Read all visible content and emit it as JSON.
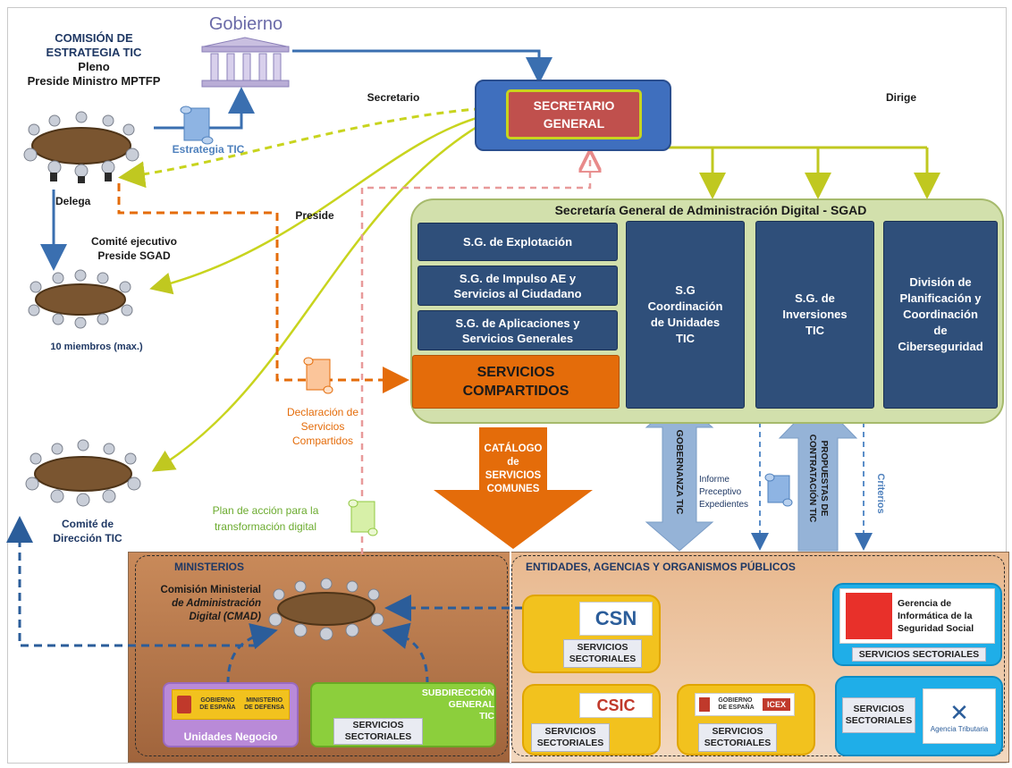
{
  "title_left": {
    "line1": "COMISIÓN DE",
    "line2": "ESTRATEGIA TIC",
    "line3": "Pleno",
    "line4": "Preside Ministro MPTFP"
  },
  "gobierno": "Gobierno",
  "secretario_general": {
    "line1": "SECRETARIO",
    "line2": "GENERAL"
  },
  "labels": {
    "secretario": "Secretario",
    "dirige": "Dirige",
    "estrategia_tic": "Estrategia TIC",
    "delega": "Delega",
    "preside": "Preside",
    "comite_ejecutivo_1": "Comité ejecutivo",
    "comite_ejecutivo_2": "Preside SGAD",
    "miembros": "10 miembros (max.)",
    "declaracion_1": "Declaración de",
    "declaracion_2": "Servicios",
    "declaracion_3": "Compartidos",
    "comite_direccion_1": "Comité de",
    "comite_direccion_2": "Dirección TIC",
    "plan_1": "Plan de acción para la",
    "plan_2": "transformación digital",
    "catalogo_1": "CATÁLOGO",
    "catalogo_2": "de",
    "catalogo_3": "SERVICIOS",
    "catalogo_4": "COMUNES",
    "gobernanza": "GOBERNANZA TIC",
    "informe_1": "Informe",
    "informe_2": "Preceptivo",
    "informe_3": "Expedientes",
    "propuestas_1": "PROPUESTAS DE",
    "propuestas_2": "CONTRATACIÓN TIC",
    "criterios": "Criterios"
  },
  "sgad": {
    "title": "Secretaría General de Administración Digital - SGAD",
    "boxes": {
      "explotacion": "S.G. de Explotación",
      "impulso_1": "S.G. de Impulso AE y",
      "impulso_2": "Servicios al Ciudadano",
      "aplicaciones_1": "S.G. de Aplicaciones y",
      "aplicaciones_2": "Servicios Generales",
      "compartidos_1": "SERVICIOS",
      "compartidos_2": "COMPARTIDOS",
      "coord_1": "S.G",
      "coord_2": "Coordinación",
      "coord_3": "de Unidades",
      "coord_4": "TIC",
      "inv_1": "S.G. de",
      "inv_2": "Inversiones",
      "inv_3": "TIC",
      "div_1": "División de",
      "div_2": "Planificación y",
      "div_3": "Coordinación",
      "div_4": "de",
      "div_5": "Ciberseguridad"
    }
  },
  "ministerios": {
    "title": "MINISTERIOS",
    "cmad_1": "Comisión Ministerial",
    "cmad_2": "de Administración",
    "cmad_3": "Digital (CMAD)",
    "unidades_negocio": "Unidades Negocio",
    "gob_logo_1": "GOBIERNO",
    "gob_logo_2": "DE ESPAÑA",
    "defensa_1": "MINISTERIO",
    "defensa_2": "DE DEFENSA",
    "subdireccion_1": "SUBDIRECCIÓN",
    "subdireccion_2": "GENERAL",
    "subdireccion_3": "TIC",
    "servicios_1": "SERVICIOS",
    "servicios_2": "SECTORIALES"
  },
  "entidades": {
    "title": "ENTIDADES, AGENCIAS  Y ORGANISMOS PÚBLICOS",
    "csn": "CSN",
    "csic": "CSIC",
    "icex": "ICEX",
    "gob_1": "GOBIERNO",
    "gob_2": "DE ESPAÑA",
    "gerencia_1": "Gerencia de",
    "gerencia_2": "Informática de la",
    "gerencia_3": "Seguridad Social",
    "servicios_sectoriales": "SERVICIOS SECTORIALES",
    "servicios_1": "SERVICIOS",
    "servicios_2": "SECTORIALES",
    "agencia_tributaria": "Agencia Tributaria"
  },
  "colors": {
    "navy": "#1f3864",
    "sg_box": "#2f4f7a",
    "secretario_red": "#c0504d",
    "sgad_green": "#d2e0ac",
    "orange": "#e46c0a",
    "yellow_green": "#c8d41e",
    "ministerios_bg": "#a0643c",
    "entidades_bg": "#e8b88e",
    "card_yellow": "#f2c21e",
    "card_cyan": "#1faee8",
    "card_green": "#8ccf3c",
    "card_purple": "#b98ad8"
  }
}
